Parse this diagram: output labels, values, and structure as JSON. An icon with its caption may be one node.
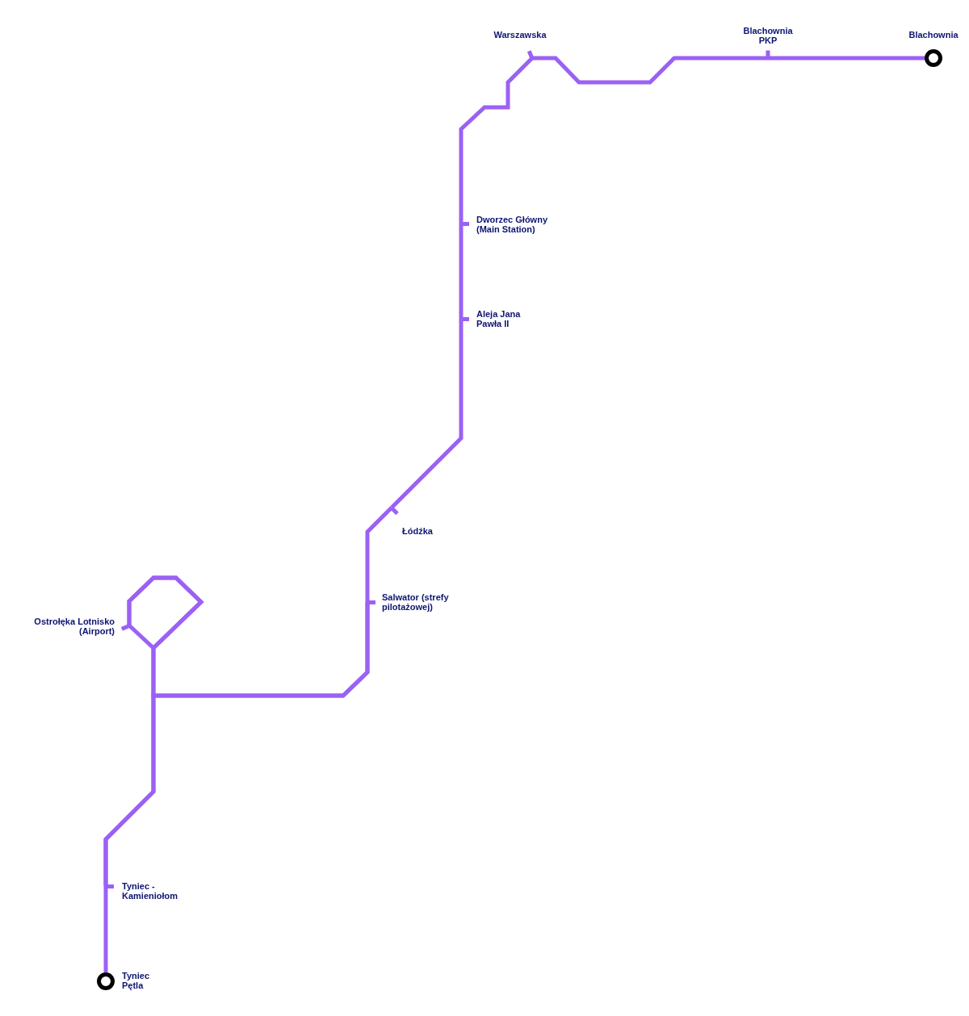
{
  "diagram": {
    "nodes": [
      {
        "text": [],
        "shape": "circle",
        "beside": [
          "Tyniec Pętla"
        ]
      },
      {
        "text": [],
        "shape": "bar",
        "beside": [
          "Tyniec - Kamieniołom"
        ]
      },
      {
        "text": [],
        "shape": "bar",
        "beside": [
          "Ostrołęka Lotnisko (Airport)"
        ]
      },
      {
        "text": [],
        "shape": "bar",
        "beside": [
          "Salwator (strefy pilotażowej)"
        ]
      },
      {
        "text": [],
        "shape": "bar",
        "beside": [
          "Łódźka"
        ]
      },
      {
        "text": [],
        "shape": "bar",
        "beside": [
          "Aleja Jana Pawła II"
        ]
      },
      {
        "text": [],
        "shape": "bar",
        "beside": [
          "Dworzec Główny (Main Station)"
        ]
      },
      {
        "text": [],
        "shape": "bar",
        "beside": [
          "Warszawska"
        ]
      },
      {
        "text": [],
        "shape": "bar",
        "beside": [
          "Blachownia PKP"
        ]
      },
      {
        "text": [],
        "shape": "circle",
        "beside": [
          "Blachownia"
        ]
      }
    ],
    "edges": [
      {
        "from": 0,
        "to": 1,
        "arrow": "none"
      },
      {
        "from": 1,
        "to": 3,
        "arrow": "none"
      },
      {
        "from": 1,
        "to": 2,
        "arrow": "none"
      },
      {
        "from": 3,
        "to": 4,
        "arrow": "none"
      },
      {
        "from": 4,
        "to": 5,
        "arrow": "none"
      },
      {
        "from": 5,
        "to": 6,
        "arrow": "none"
      },
      {
        "from": 6,
        "to": 7,
        "arrow": "none"
      },
      {
        "from": 7,
        "to": 8,
        "arrow": "none"
      },
      {
        "from": 8,
        "to": 9,
        "arrow": "none"
      },
      {
        "from": 3,
        "to": 2,
        "arrow": "none"
      }
    ]
  }
}
